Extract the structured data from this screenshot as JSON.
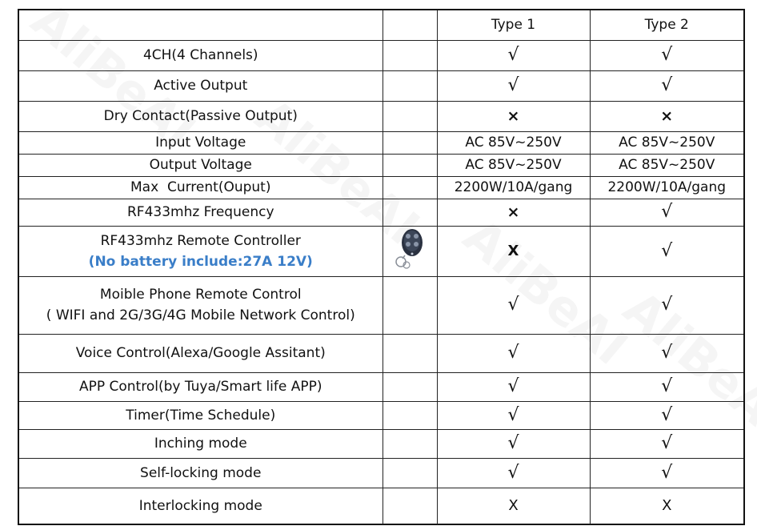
{
  "header": {
    "col1": "",
    "col2": "",
    "type1": "Type 1",
    "type2": "Type 2"
  },
  "rows": [
    {
      "feature": "4CH(4 Channels)",
      "type1": "√",
      "type2": "√"
    },
    {
      "feature": "Active Output",
      "type1": "√",
      "type2": "√"
    },
    {
      "feature": "Dry Contact(Passive Output)",
      "type1": "×",
      "type2": "×"
    },
    {
      "feature": "Input Voltage",
      "type1": "AC 85V~250V",
      "type2": "AC 85V~250V"
    },
    {
      "feature": "Output Voltage",
      "type1": "AC 85V~250V",
      "type2": "AC 85V~250V"
    },
    {
      "feature": "Max  Current(Ouput)",
      "type1": "2200W/10A/gang",
      "type2": "2200W/10A/gang"
    },
    {
      "feature": "RF433mhz Frequency",
      "type1": "×",
      "type2": "√"
    },
    {
      "feature": "RF433mhz Remote Controller",
      "note": "(No battery include:27A 12V)",
      "type1": "X",
      "type2": "√"
    },
    {
      "feature": "Moible Phone Remote Control",
      "feature_line2": "( WIFI and 2G/3G/4G Mobile Network Control)",
      "type1": "√",
      "type2": "√"
    },
    {
      "feature": "Voice Control(Alexa/Google Assitant)",
      "type1": "√",
      "type2": "√"
    },
    {
      "feature": "APP Control(by Tuya/Smart life APP)",
      "type1": "√",
      "type2": "√"
    },
    {
      "feature": "Timer(Time Schedule)",
      "type1": "√",
      "type2": "√"
    },
    {
      "feature": "Inching mode",
      "type1": "√",
      "type2": "√"
    },
    {
      "feature": "Self-locking mode",
      "type1": "√",
      "type2": "√"
    },
    {
      "feature": "Interlocking mode",
      "type1": "X",
      "type2": "X"
    }
  ],
  "watermark_text": "AliBeAI"
}
